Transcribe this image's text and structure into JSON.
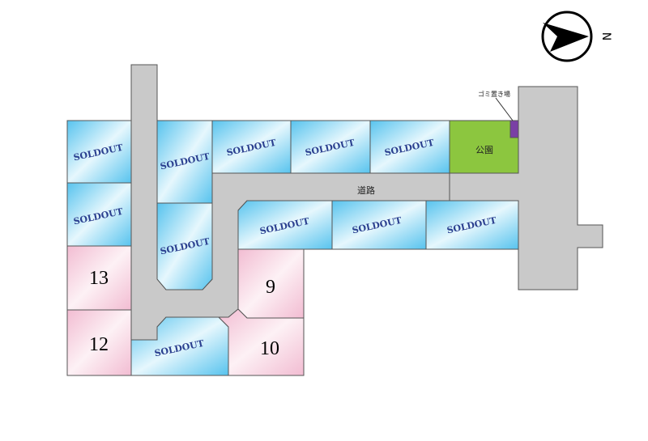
{
  "map": {
    "road_label": "道路",
    "park_label": "公園",
    "garbage_label": "ゴミ置き場",
    "north_label": "N",
    "soldout_label": "SOLDOUT",
    "available_lots": [
      "13",
      "12",
      "9",
      "10"
    ],
    "colors": {
      "soldout_light": "#e6f7fd",
      "soldout_dark": "#57c3ee",
      "available_light": "#fdf1f5",
      "available_dark": "#f2bcd2",
      "road": "#c9c9c9",
      "park": "#8cc63f",
      "garbage": "#7a3fa5",
      "soldout_text": "#2a3f8f"
    }
  }
}
